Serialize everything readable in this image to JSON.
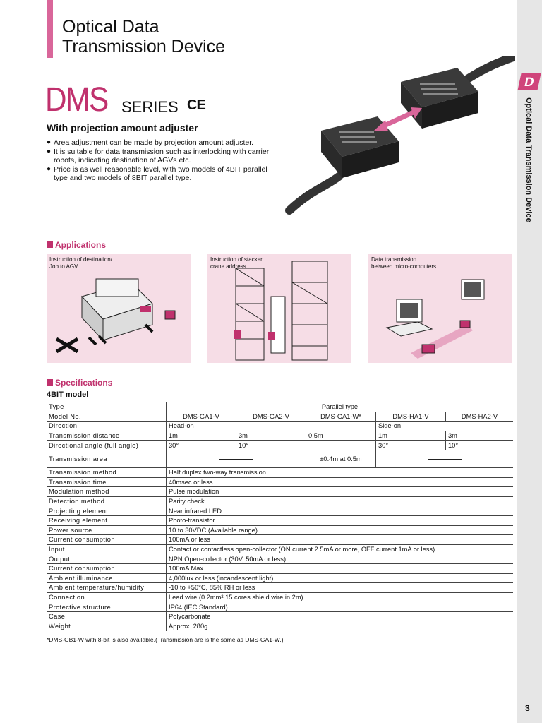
{
  "sidebar": {
    "logo_letter": "D",
    "text": "Optical Data Transmission Device",
    "page_number": "3"
  },
  "header": {
    "title_line1": "Optical Data",
    "title_line2": "Transmission Device",
    "series_name": "DMS",
    "series_word": "SERIES",
    "ce_mark": "CE"
  },
  "intro": {
    "subtitle": "With projection amount adjuster",
    "bullets": [
      "Area adjustment can be made by projection amount adjuster.",
      "It is suitable for data transmission such as interlocking with carrier robots, indicating destination of AGVs etc.",
      "Price is as well reasonable level, with two models of 4BIT parallel type and two models of 8BIT parallel type."
    ]
  },
  "applications": {
    "heading": "Applications",
    "items": [
      {
        "label": "Instruction of destination/\nJob to AGV"
      },
      {
        "label": "Instruction of  stacker\ncrane address"
      },
      {
        "label": "Data transmission\nbetween micro-computers"
      }
    ]
  },
  "specifications": {
    "heading": "Specifications",
    "model_heading": "4BIT model",
    "rows": {
      "type": {
        "label": "Type",
        "value": "Parallel type"
      },
      "model": {
        "label": "Model No.",
        "values": [
          "DMS-GA1-V",
          "DMS-GA2-V",
          "DMS-GA1-W*",
          "DMS-HA1-V",
          "DMS-HA2-V"
        ]
      },
      "direction": {
        "label": "Direction",
        "head_on": "Head-on",
        "side_on": "Side-on"
      },
      "distance": {
        "label": "Transmission distance",
        "values": [
          "1m",
          "3m",
          "0.5m",
          "1m",
          "3m"
        ]
      },
      "angle": {
        "label": "Directional angle (full angle)",
        "values": [
          "30°",
          "10°",
          "",
          "30°",
          "10°"
        ]
      },
      "area": {
        "label": "Transmission area",
        "value": "±0.4m at 0.5m"
      },
      "common": [
        {
          "label": "Transmission method",
          "value": "Half duplex two-way transmission"
        },
        {
          "label": "Transmission time",
          "value": "40msec or less"
        },
        {
          "label": "Modulation method",
          "value": "Pulse modulation"
        },
        {
          "label": "Detection method",
          "value": "Parity check"
        },
        {
          "label": "Projecting element",
          "value": "Near infrared LED"
        },
        {
          "label": "Receiving element",
          "value": "Photo-transistor"
        },
        {
          "label": "Power source",
          "value": "10 to 30VDC (Available range)"
        },
        {
          "label": "Current consumption",
          "value": "100mA or less"
        },
        {
          "label": "Input",
          "value": "Contact or contactless open-collector (ON current 2.5mA or more, OFF current 1mA or less)"
        },
        {
          "label": "Output",
          "value": "NPN Open-collector (30V, 50mA or less)"
        },
        {
          "label": "Current consumption",
          "value": "100mA Max."
        },
        {
          "label": "Ambient illuminance",
          "value": "4,000lux or less (incandescent light)"
        },
        {
          "label": "Ambient temperature/humidity",
          "value": "-10 to +50°C, 85% RH or less"
        },
        {
          "label": "Connection",
          "value": "Lead wire (0.2mm² 15 cores shield wire in 2m)"
        },
        {
          "label": "Protective structure",
          "value": "IP64 (IEC Standard)"
        },
        {
          "label": "Case",
          "value": "Polycarbonate"
        },
        {
          "label": "Weight",
          "value": "Approx. 280g"
        }
      ]
    },
    "footnote": "*DMS-GB1-W with 8-bit is also available.(Transmission are is the same as DMS-GA1-W.)"
  },
  "colors": {
    "accent": "#c0316d",
    "pink_bar": "#d9669a",
    "app_bg": "#f6dde6",
    "sidebar_bg": "#e6e6e6"
  }
}
